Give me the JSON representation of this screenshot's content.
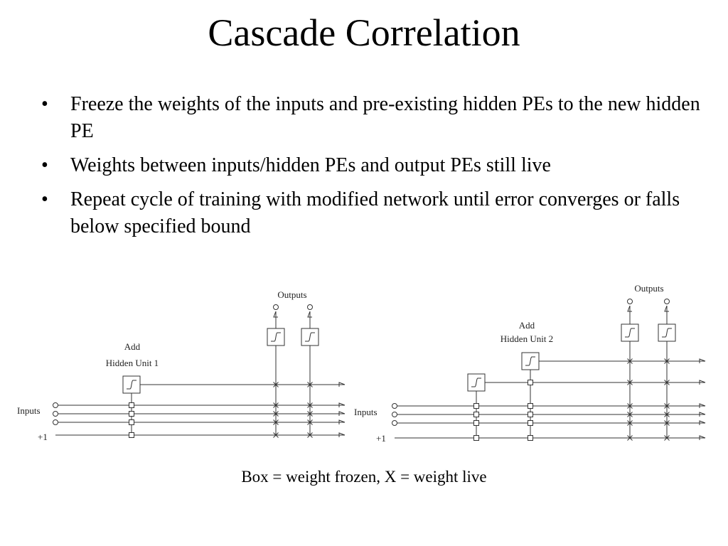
{
  "slide": {
    "title": "Cascade Correlation",
    "bullets": [
      {
        "symbol": "•",
        "text": "Freeze the weights of the inputs and pre-existing hidden PEs to the new hidden PE"
      },
      {
        "symbol": "•",
        "text": "Weights between inputs/hidden PEs and output PEs still live"
      },
      {
        "symbol": "•",
        "text": "Repeat cycle of training with modified network until error converges or falls below specified bound"
      }
    ],
    "caption": "Box = weight frozen, X = weight live"
  },
  "diagram1": {
    "outputs_label": "Outputs",
    "add_label": "Add",
    "hidden_unit_label": "Hidden Unit 1",
    "inputs_label": "Inputs",
    "bias_label": "+1"
  },
  "diagram2": {
    "outputs_label": "Outputs",
    "add_label": "Add",
    "hidden_unit_label": "Hidden Unit 2",
    "inputs_label": "Inputs",
    "bias_label": "+1"
  },
  "legend": {
    "frozen_marker": "box",
    "live_marker": "x"
  }
}
